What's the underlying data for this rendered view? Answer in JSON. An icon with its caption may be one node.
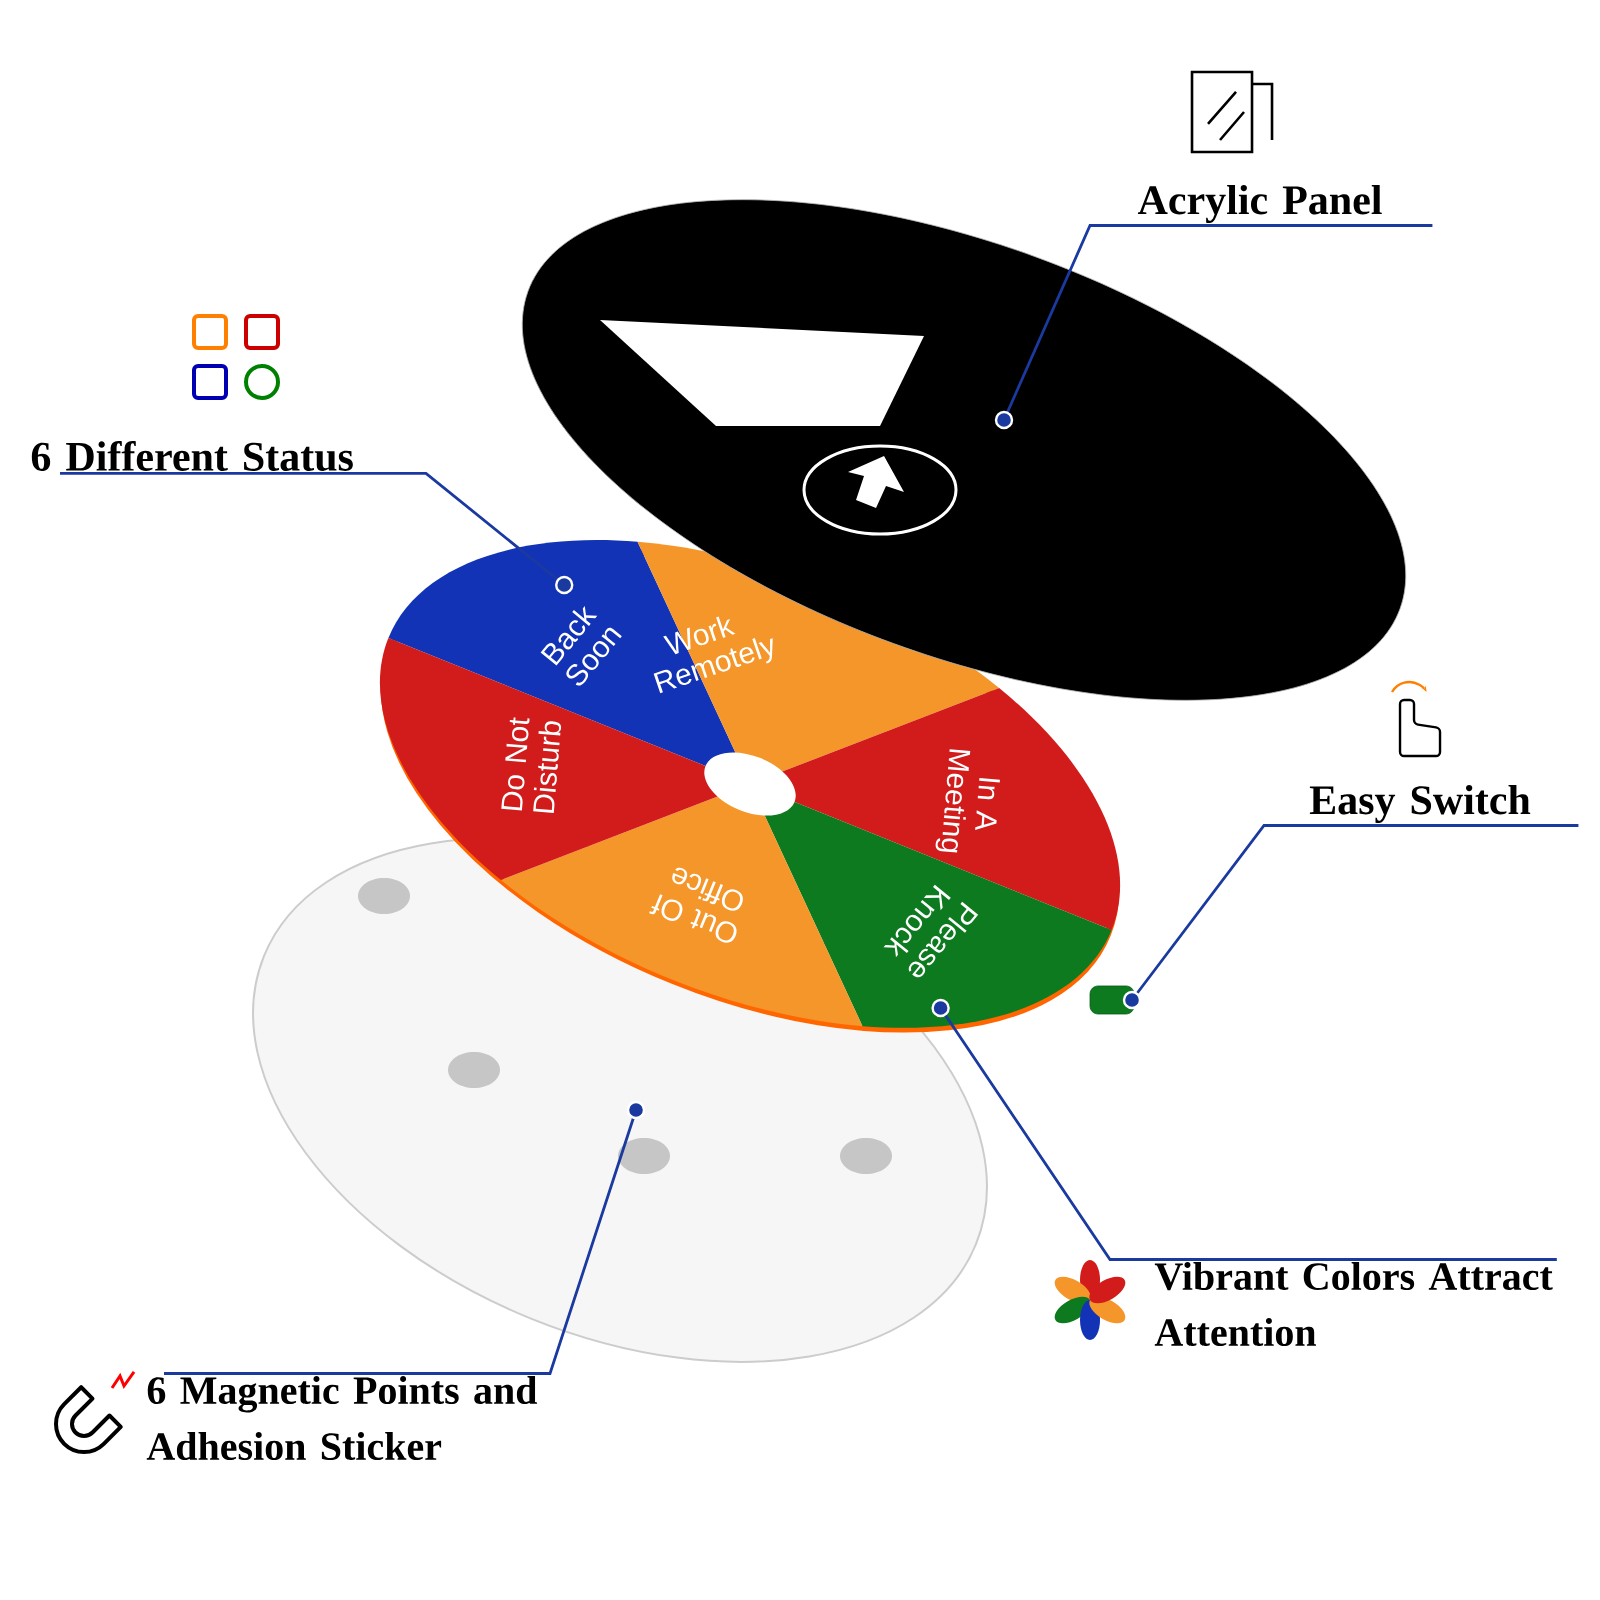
{
  "diagram": {
    "nodes": [
      {
        "text": [
          "Acrylic Panel"
        ]
      },
      {
        "text": [],
        "shape": "circle"
      },
      {
        "text": [
          "6 Different Status"
        ]
      },
      {
        "text": [],
        "shape": "circle"
      },
      {
        "text": [
          "Back Soon"
        ],
        "in": 3
      },
      {
        "text": [
          "Work Remotely"
        ],
        "in": 3
      },
      {
        "text": [
          "In A Meeting"
        ],
        "in": 3
      },
      {
        "text": [
          "Please Knock"
        ],
        "in": 3
      },
      {
        "text": [
          "Out Of Office"
        ],
        "in": 3
      },
      {
        "text": [
          "Do Not Disturb"
        ],
        "in": 3
      },
      {
        "text": [
          "Easy Switch"
        ]
      },
      {
        "text": [],
        "shape": "box"
      },
      {
        "text": [
          "Vibrant Colors Attract Attention"
        ]
      },
      {
        "text": [
          "6 Magnetic Points and Adhesion Sticker"
        ]
      },
      {
        "text": [],
        "shape": "circle"
      }
    ],
    "edges": [
      {
        "from": 0,
        "to": 1,
        "arrow": "other"
      },
      {
        "from": 2,
        "to": 4,
        "arrow": "other"
      },
      {
        "from": 10,
        "to": 11,
        "arrow": "other"
      },
      {
        "from": 12,
        "to": 7,
        "arrow": "other"
      },
      {
        "from": 13,
        "to": 14,
        "arrow": "other"
      }
    ]
  }
}
